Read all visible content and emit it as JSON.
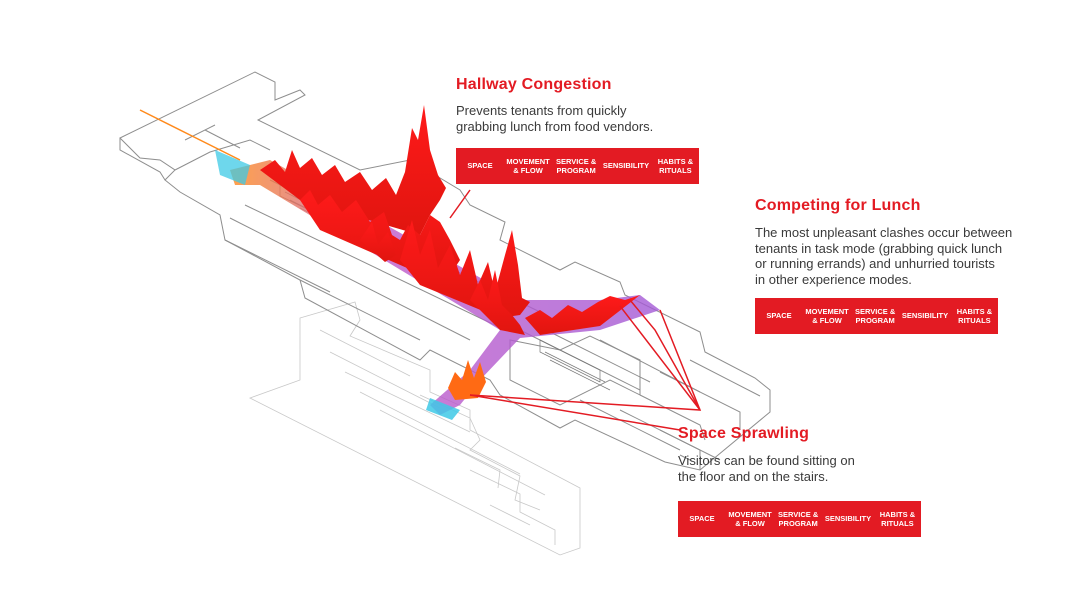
{
  "annotations": [
    {
      "title": "Hallway Congestion",
      "body": "Prevents tenants from quickly\ngrabbing lunch from food vendors.",
      "tags": [
        "SPACE",
        "MOVEMENT\n& FLOW",
        "SERVICE &\nPROGRAM",
        "SENSIBILITY",
        "HABITS &\nRITUALS"
      ]
    },
    {
      "title": "Competing for Lunch",
      "body": "The most unpleasant clashes occur between\ntenants in task mode (grabbing quick lunch\nor running errands) and unhurried tourists\nin other experience modes.",
      "tags": [
        "SPACE",
        "MOVEMENT\n& FLOW",
        "SERVICE &\nPROGRAM",
        "SENSIBILITY",
        "HABITS &\nRITUALS"
      ]
    },
    {
      "title": "Space Sprawling",
      "body": "Visitors can be found sitting on\nthe floor and on the stairs.",
      "tags": [
        "SPACE",
        "MOVEMENT\n& FLOW",
        "SERVICE &\nPROGRAM",
        "SENSIBILITY",
        "HABITS &\nRITUALS"
      ]
    }
  ],
  "colors": {
    "accent_red": "#e31b23",
    "heat_red": "#ff1a1a",
    "heat_orange": "#ff8a1c",
    "flow_purple": "#a35ad6",
    "flow_cyan": "#3ec9e6",
    "plan_line": "#9a9a9a"
  }
}
